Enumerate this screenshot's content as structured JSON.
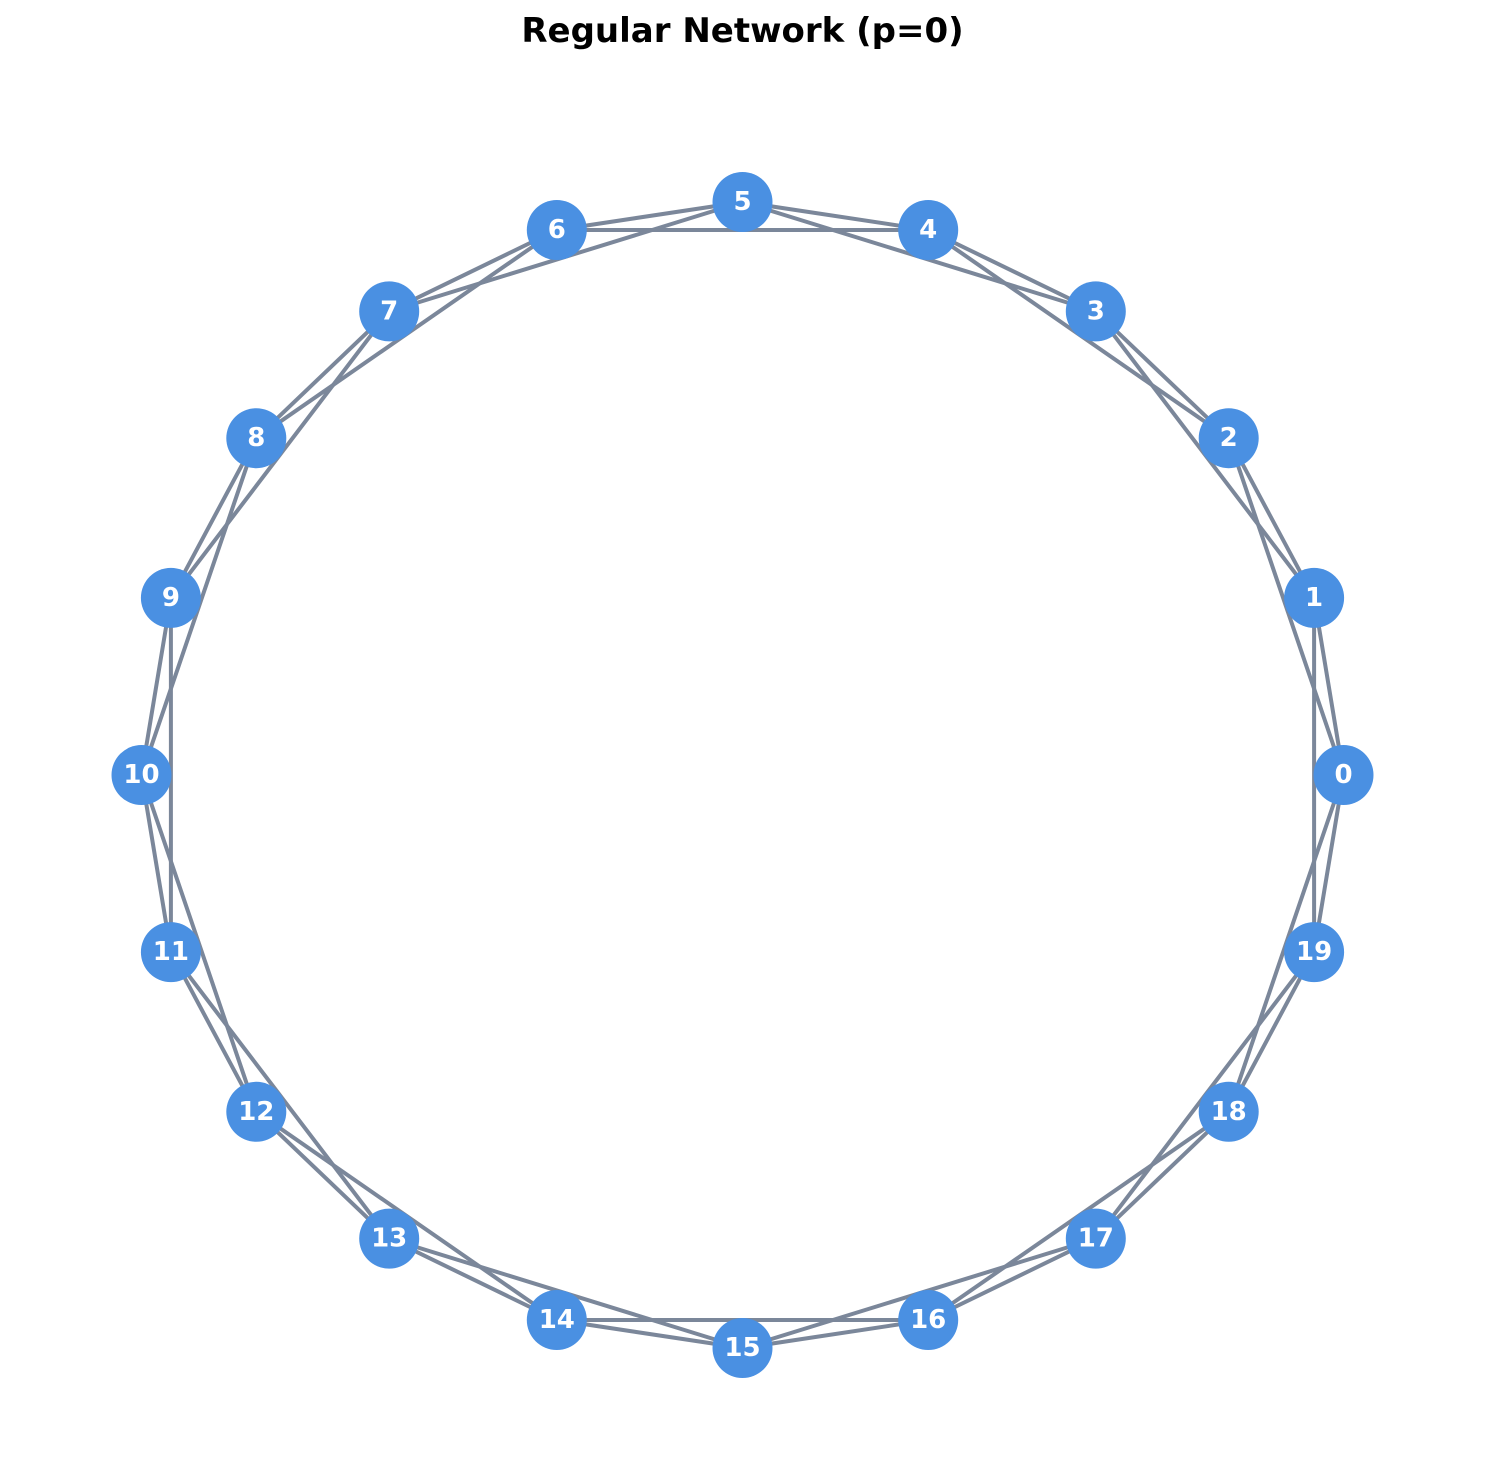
{
  "title": "Regular Network (p=0)",
  "colors": {
    "node_fill": "#4a90e2",
    "edge": "#7b879a",
    "label": "#ffffff",
    "background": "#ffffff"
  },
  "chart_data": {
    "type": "network",
    "layout": "circular",
    "nodes": [
      "0",
      "1",
      "2",
      "3",
      "4",
      "5",
      "6",
      "7",
      "8",
      "9",
      "10",
      "11",
      "12",
      "13",
      "14",
      "15",
      "16",
      "17",
      "18",
      "19"
    ],
    "edges": [
      [
        0,
        1
      ],
      [
        0,
        2
      ],
      [
        0,
        18
      ],
      [
        0,
        19
      ],
      [
        1,
        2
      ],
      [
        1,
        3
      ],
      [
        1,
        19
      ],
      [
        2,
        3
      ],
      [
        2,
        4
      ],
      [
        3,
        4
      ],
      [
        3,
        5
      ],
      [
        4,
        5
      ],
      [
        4,
        6
      ],
      [
        5,
        6
      ],
      [
        5,
        7
      ],
      [
        6,
        7
      ],
      [
        6,
        8
      ],
      [
        7,
        8
      ],
      [
        7,
        9
      ],
      [
        8,
        9
      ],
      [
        8,
        10
      ],
      [
        9,
        10
      ],
      [
        9,
        11
      ],
      [
        10,
        11
      ],
      [
        10,
        12
      ],
      [
        11,
        12
      ],
      [
        11,
        13
      ],
      [
        12,
        13
      ],
      [
        12,
        14
      ],
      [
        13,
        14
      ],
      [
        13,
        15
      ],
      [
        14,
        15
      ],
      [
        14,
        16
      ],
      [
        15,
        16
      ],
      [
        15,
        17
      ],
      [
        16,
        17
      ],
      [
        16,
        18
      ],
      [
        17,
        18
      ],
      [
        17,
        19
      ],
      [
        18,
        19
      ]
    ]
  }
}
